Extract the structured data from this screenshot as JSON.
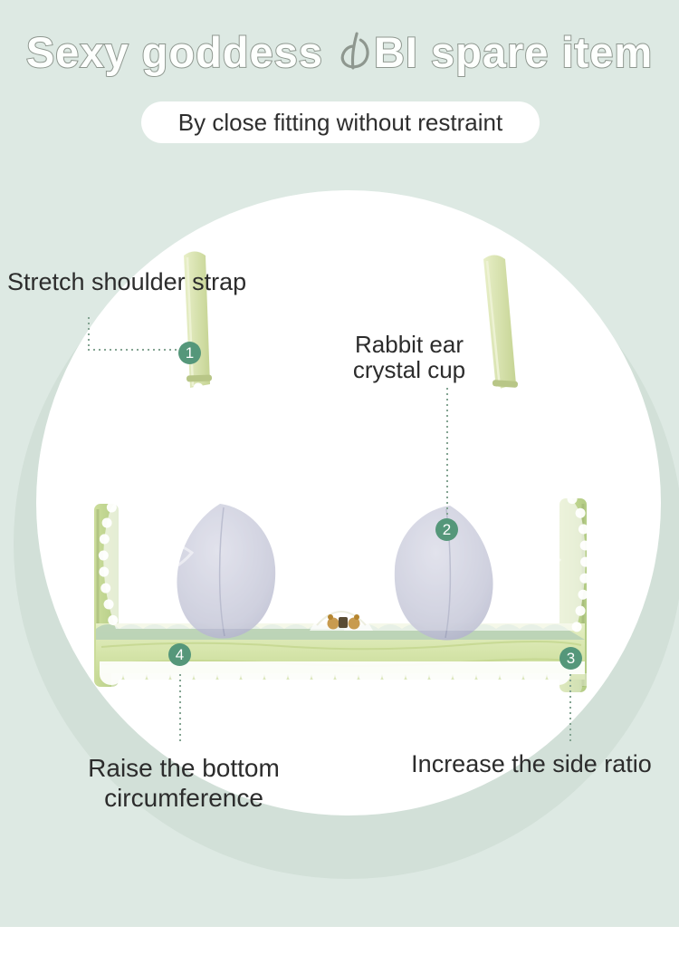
{
  "header": {
    "title": "Sexy goddess のBI spare item",
    "title_parts": [
      "Sexy goddess ",
      "の",
      "BI spare item"
    ],
    "subtitle": "By close fitting without restraint"
  },
  "callouts": [
    {
      "number": "1",
      "label": "Stretch shoulder strap"
    },
    {
      "number": "2",
      "label": "Rabbit ear\ncrystal cup"
    },
    {
      "number": "3",
      "label": "Increase the side ratio"
    },
    {
      "number": "4",
      "label": "Raise the bottom\ncircumference"
    }
  ],
  "colors": {
    "background_mint": "#dde9e3",
    "backdrop_ring": "#d2e0d8",
    "badge_green": "#55977a",
    "dotted_line_green": "#84a492",
    "title_outline_gray": "#8e978f",
    "text_dark": "#2c2c2c",
    "bra_green": "#cfe0a0",
    "bra_band_green": "#d6e5ab",
    "cup_pad_lavender": "#bfc1d4",
    "ornament_gold": "#c89b4f"
  }
}
